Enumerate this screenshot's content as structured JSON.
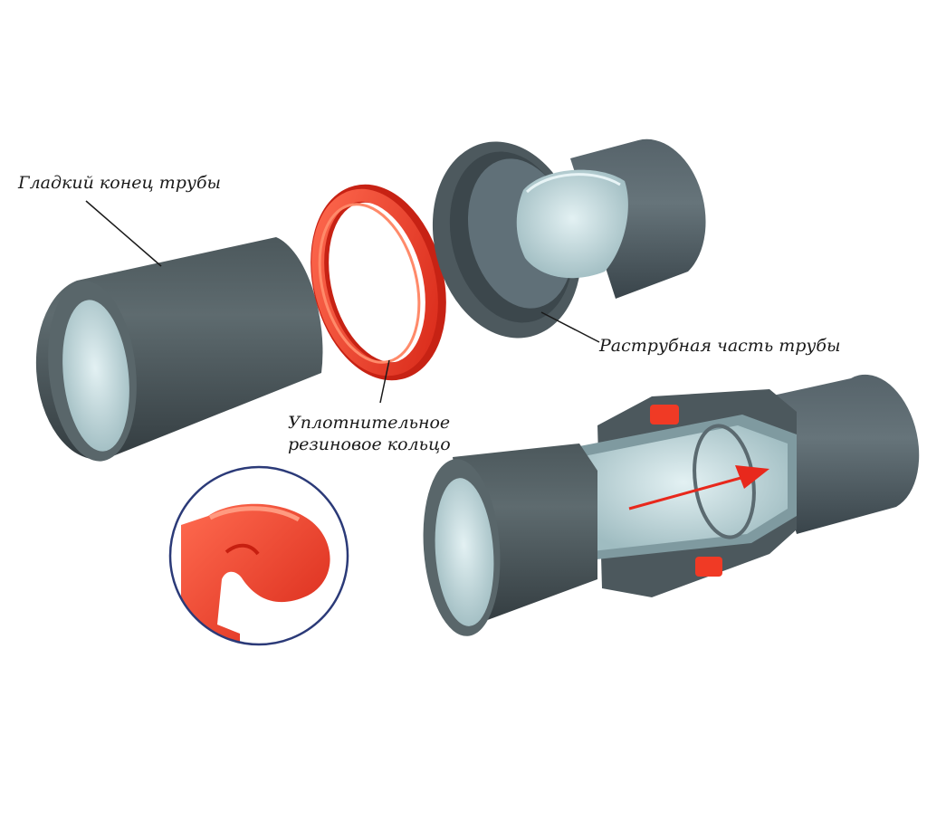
{
  "labels": {
    "spigot": "Гладкий конец трубы",
    "socket": "Раструбная часть трубы",
    "ring_line1": "Уплотнительное",
    "ring_line2": "резиновое кольцо"
  },
  "colors": {
    "pipe_dark": "#3f4a4f",
    "pipe_mid": "#566367",
    "pipe_light": "#7d8a8d",
    "pipe_inner": "#b9d6da",
    "seal_red": "#f03a25",
    "seal_light": "#ff6a4a",
    "circle_border": "#2b3a78",
    "flow_arrow": "#e8281c"
  }
}
